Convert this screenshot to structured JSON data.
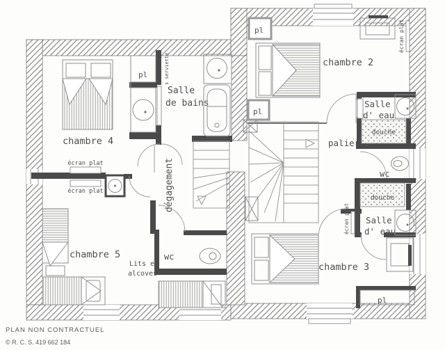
{
  "labels": {
    "chambre2": "chambre 2",
    "chambre3": "chambre 3",
    "chambre4": "chambre 4",
    "chambre5": "chambre 5",
    "salle_bains_l1": "Salle",
    "salle_bains_l2": "de bains",
    "salle_eau_l1": "Salle",
    "salle_eau_l2": "d' eau",
    "palier": "palier",
    "degagement": "dégagement",
    "wc": "wc",
    "pl": "pl",
    "douche": "douche",
    "ecran_plat": "écran plat",
    "seche_serviette": "s serviette",
    "lits_l1": "Lits en",
    "lits_l2": "alcoves"
  },
  "footer": {
    "line1": "PLAN NON CONTRACTUEL",
    "line2": "© R. C. S. 419 662 184"
  },
  "colors": {
    "wall": "#4a4a4a",
    "hatch_line": "#8d8d8d",
    "fixture_line": "#8f8f8f",
    "text": "#4f4f4f",
    "paper": "#fdfdfc"
  }
}
